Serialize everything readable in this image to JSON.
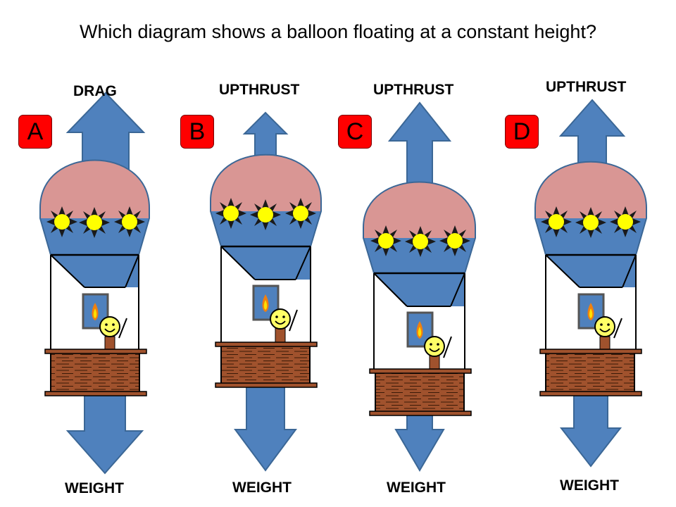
{
  "question": "Which diagram shows a balloon floating at a constant height?",
  "colors": {
    "arrow": "#4f81bd",
    "envelope_top": "#d99694",
    "envelope_band": "#4f81bd",
    "badge": "#ff0000",
    "basket": "#a0522d",
    "face": "#ffff66"
  },
  "options": [
    {
      "letter": "A",
      "top_force": "DRAG",
      "bottom_force": "WEIGHT"
    },
    {
      "letter": "B",
      "top_force": "UPTHRUST",
      "bottom_force": "WEIGHT"
    },
    {
      "letter": "C",
      "top_force": "UPTHRUST",
      "bottom_force": "WEIGHT"
    },
    {
      "letter": "D",
      "top_force": "UPTHRUST",
      "bottom_force": "WEIGHT"
    }
  ]
}
